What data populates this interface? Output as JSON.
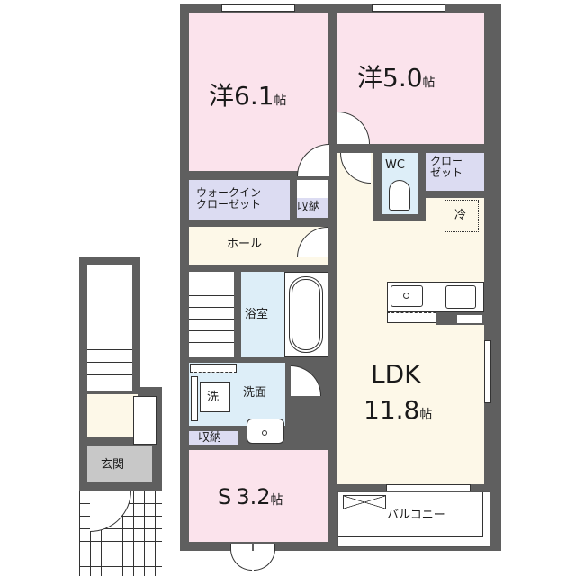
{
  "floor_plan": {
    "rooms": {
      "western_room_1": {
        "kanji": "洋",
        "size": "6.1",
        "unit": "帖"
      },
      "western_room_2": {
        "kanji": "洋",
        "size": "5.0",
        "unit": "帖"
      },
      "wc": {
        "label": "WC"
      },
      "closet": {
        "line1": "クロー",
        "line2": "ゼット"
      },
      "fridge": {
        "label": "冷"
      },
      "walk_in_closet": {
        "line1": "ウォークイン",
        "line2": "クローゼット"
      },
      "storage_1": {
        "label": "収納"
      },
      "hall": {
        "label": "ホール"
      },
      "bathroom": {
        "label": "浴室"
      },
      "washroom": {
        "label": "洗面"
      },
      "washer": {
        "label": "洗"
      },
      "storage_2": {
        "label": "収納"
      },
      "ldk": {
        "name": "LDK",
        "size": "11.8",
        "unit": "帖"
      },
      "service_room": {
        "prefix": "S",
        "size": "3.2",
        "unit": "帖"
      },
      "balcony": {
        "label": "バルコニー"
      },
      "entrance": {
        "label": "玄関"
      }
    },
    "colors": {
      "wall": "#5f5f5f",
      "bedroom": "#fbe3ec",
      "living": "#fdf8e8",
      "wet_area": "#ddeef8",
      "storage": "#dcdcf2",
      "entrance": "#c8c8c8"
    }
  }
}
